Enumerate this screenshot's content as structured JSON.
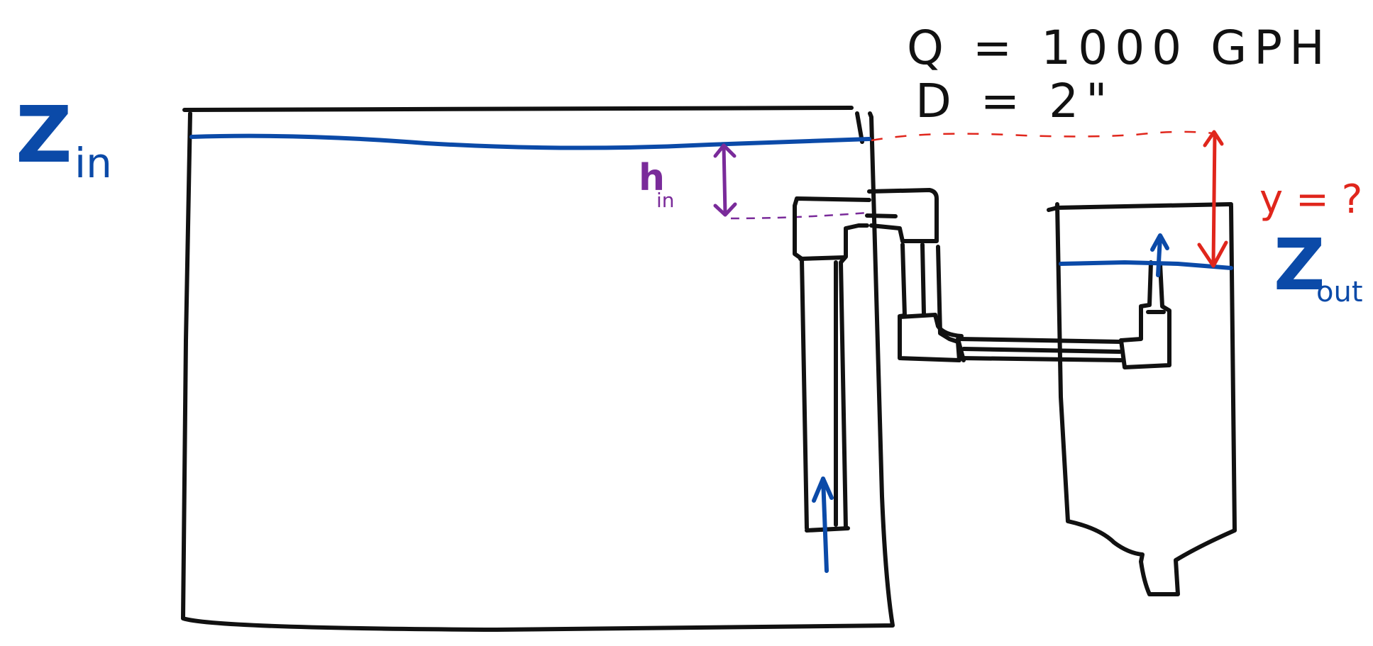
{
  "annotations": {
    "flow_rate": "Q = 1000 GPH",
    "diameter": "D = 2\"",
    "z_in_symbol": "Z",
    "z_in_subscript": "in",
    "h_in_symbol": "h",
    "h_in_subscript": "in",
    "y_label": "y = ?",
    "z_out_symbol": "Z",
    "z_out_subscript": "out"
  },
  "colors": {
    "ink": "#111111",
    "water_level": "#0b4aa8",
    "height_marker": "#7a2b9a",
    "unknown_drop": "#e0261c"
  }
}
